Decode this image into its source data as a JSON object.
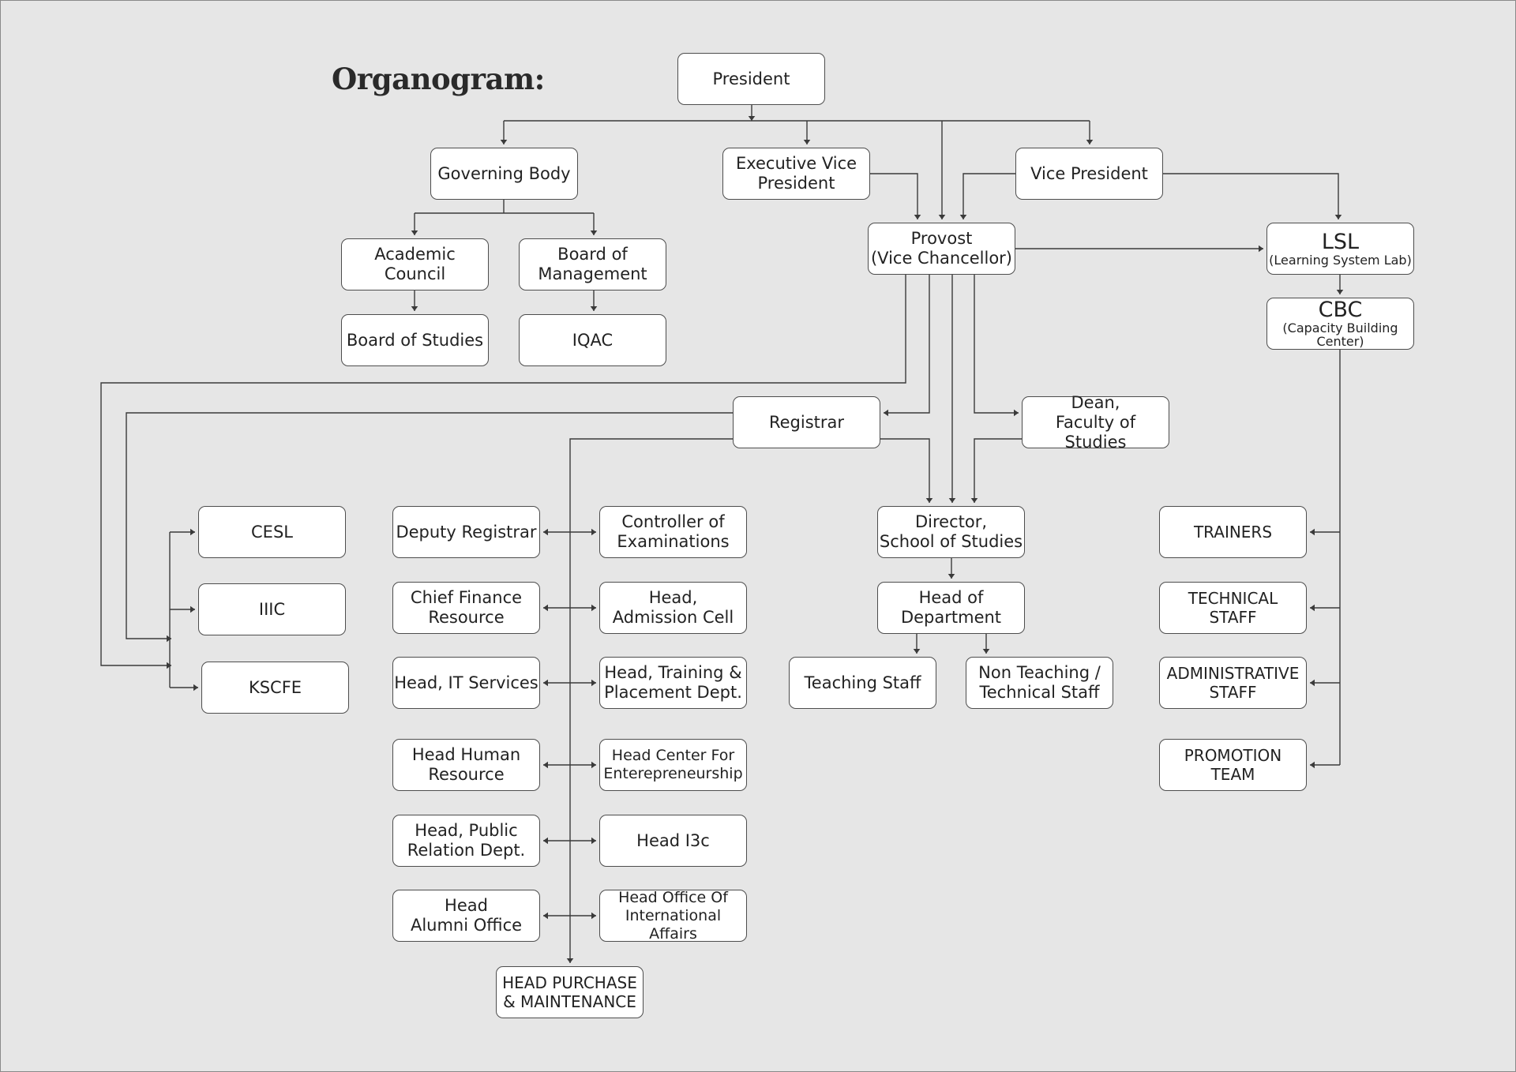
{
  "title": "Organogram:",
  "colors": {
    "background": "#e6e6e6",
    "node_fill": "#ffffff",
    "line": "#3a3a3a"
  },
  "nodes": {
    "president": {
      "label": "President"
    },
    "governing_body": {
      "label": "Governing Body"
    },
    "executive_vp": {
      "label": "Executive Vice\nPresident"
    },
    "vice_president": {
      "label": "Vice President"
    },
    "academic_council": {
      "label": "Academic\nCouncil"
    },
    "board_management": {
      "label": "Board of\nManagement"
    },
    "board_studies": {
      "label": "Board of Studies"
    },
    "iqac": {
      "label": "IQAC"
    },
    "provost": {
      "label": "Provost\n(Vice Chancellor)"
    },
    "lsl": {
      "label": "LSL",
      "sub": "(Learning System Lab)"
    },
    "cbc": {
      "label": "CBC",
      "sub": "(Capacity Building\nCenter)"
    },
    "registrar": {
      "label": "Registrar"
    },
    "dean": {
      "label": "Dean,\nFaculty of Studies"
    },
    "cesl": {
      "label": "CESL"
    },
    "iiic": {
      "label": "IIIC"
    },
    "kscfe": {
      "label": "KSCFE"
    },
    "deputy_registrar": {
      "label": "Deputy Registrar"
    },
    "controller_exams": {
      "label": "Controller of\nExaminations"
    },
    "chief_finance": {
      "label": "Chief Finance\nResource"
    },
    "head_admission": {
      "label": "Head,\nAdmission Cell"
    },
    "head_it": {
      "label": "Head, IT Services"
    },
    "head_training": {
      "label": "Head, Training &\nPlacement Dept."
    },
    "head_hr": {
      "label": "Head Human\nResource"
    },
    "head_entrepreneurship": {
      "label": "Head Center For\nEnterepreneurship"
    },
    "head_pr": {
      "label": "Head, Public\nRelation Dept."
    },
    "head_i3c": {
      "label": "Head I3c"
    },
    "head_alumni": {
      "label": "Head\nAlumni Office"
    },
    "head_international": {
      "label": "Head Office Of\nInternational Affairs"
    },
    "head_purchase": {
      "label": "HEAD PURCHASE\n& MAINTENANCE"
    },
    "director": {
      "label": "Director,\nSchool of Studies"
    },
    "head_department": {
      "label": "Head of\nDepartment"
    },
    "teaching_staff": {
      "label": "Teaching Staff"
    },
    "non_teaching_staff": {
      "label": "Non Teaching /\nTechnical Staff"
    },
    "trainers": {
      "label": "TRAINERS"
    },
    "technical_staff": {
      "label": "TECHNICAL\nSTAFF"
    },
    "administrative_staff": {
      "label": "ADMINISTRATIVE\nSTAFF"
    },
    "promotion_team": {
      "label": "PROMOTION\nTEAM"
    }
  }
}
